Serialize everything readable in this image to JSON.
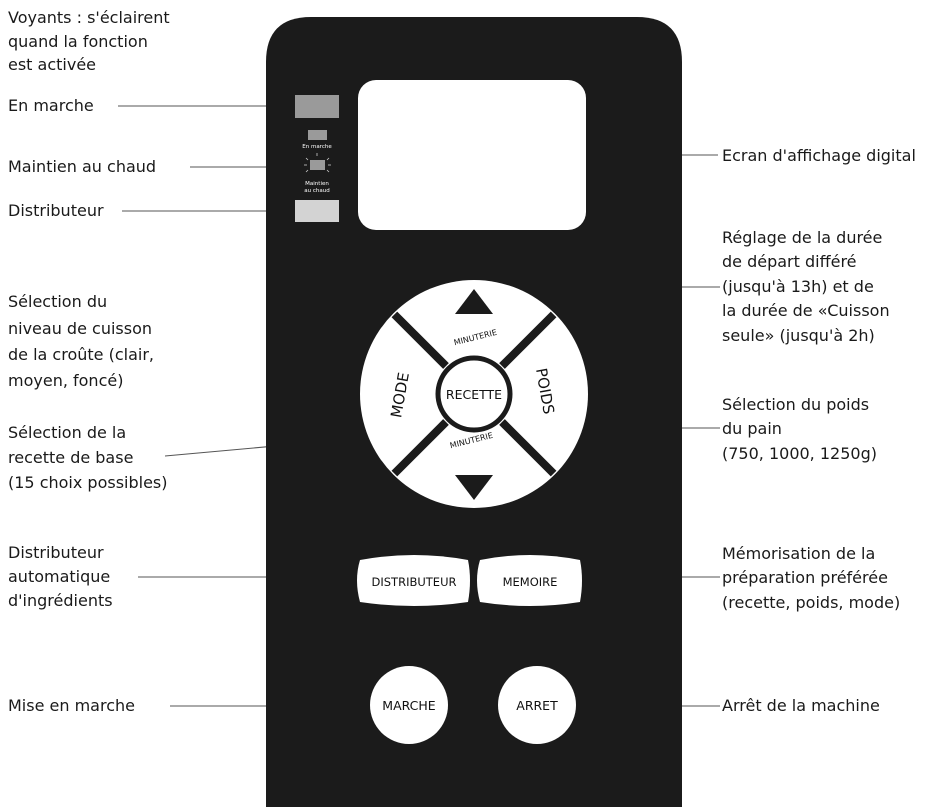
{
  "colors": {
    "panel": "#1b1b1b",
    "button": "#ffffff",
    "led_off": "#9a9a9a",
    "led_light": "#d3d3d3",
    "screen": "#ffffff",
    "leader_line": "#555555"
  },
  "panel": {
    "indicators": {
      "en_marche_small": "En marche",
      "maintien_small_1": "Maintien",
      "maintien_small_2": "au chaud"
    },
    "dpad": {
      "up_label": "MINUTERIE",
      "down_label": "MINUTERIE",
      "left_label": "MODE",
      "right_label": "POIDS",
      "center_label": "RECETTE",
      "up_icon": "triangle-up-icon",
      "down_icon": "triangle-down-icon"
    },
    "buttons": {
      "distributeur": "DISTRIBUTEUR",
      "memoire": "MEMOIRE",
      "marche": "MARCHE",
      "arret": "ARRET"
    }
  },
  "callouts": {
    "voyants": [
      "Voyants : s'éclairent",
      "quand la fonction",
      "est activée"
    ],
    "en_marche": [
      "En marche"
    ],
    "maintien": [
      "Maintien au chaud"
    ],
    "distributeur": [
      "Distributeur"
    ],
    "croute": [
      "Sélection du",
      "niveau de cuisson",
      "de la croûte (clair,",
      "moyen, foncé)"
    ],
    "recette": [
      "Sélection de la",
      "recette de base",
      "(15 choix possibles)"
    ],
    "distributeur_auto": [
      "Distributeur",
      "automatique",
      "d'ingrédients"
    ],
    "mise_en_marche": [
      "Mise en marche"
    ],
    "ecran": [
      "Ecran d'affichage digital"
    ],
    "minuterie": [
      "Réglage de la durée",
      "de départ différé",
      "(jusqu'à 13h) et de",
      "la durée de «Cuisson",
      "seule» (jusqu'à 2h)"
    ],
    "poids": [
      "Sélection du poids",
      "du pain",
      "(750, 1000, 1250g)"
    ],
    "memoire": [
      "Mémorisation de la",
      "préparation préférée",
      "(recette, poids, mode)"
    ],
    "arret": [
      "Arrêt de la machine"
    ]
  }
}
